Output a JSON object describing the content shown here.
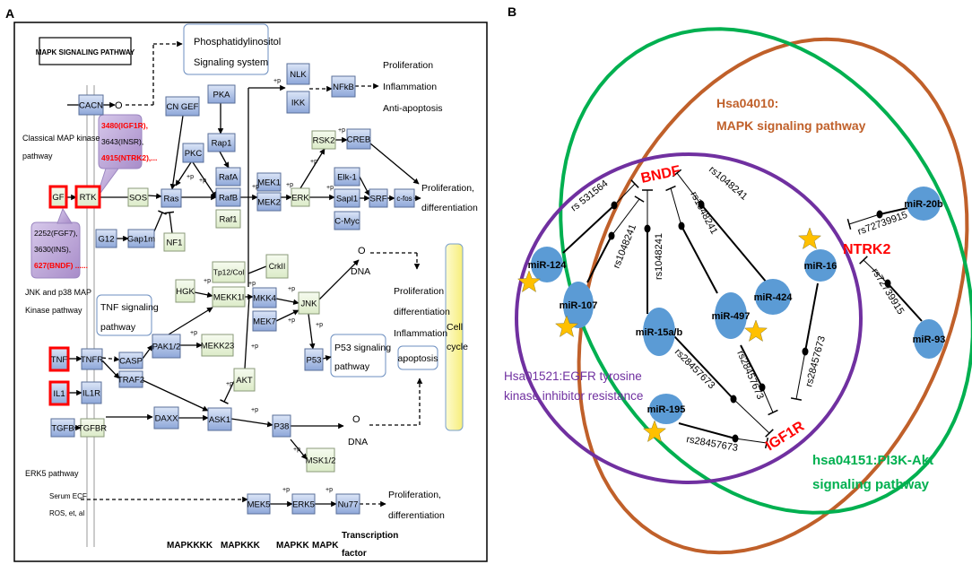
{
  "panel_a": {
    "label": "A",
    "title": "MAPK SIGNALING PATHWAY",
    "phos_label": "+p",
    "nodes": {
      "GF": "GF",
      "RTK": "RTK",
      "CACN": "CACN",
      "SOS": "SOS",
      "Ras": "Ras",
      "CNGEF": "CN GEF",
      "PKA": "PKA",
      "Rap1": "Rap1",
      "PKC": "PKC",
      "RafA": "RafA",
      "RafB": "RafB",
      "Raf1": "Raf1",
      "G12": "G12",
      "Gap1m": "Gap1m",
      "NF1": "NF1",
      "MEK1": "MEK1",
      "MEK2": "MEK2",
      "ERK": "ERK",
      "RSK2": "RSK2",
      "CREB": "CREB",
      "Elk1": "Elk-1",
      "Sapl1": "Sapl1",
      "CMyc": "C-Myc",
      "SRF": "SRF",
      "cfos": "c-fos",
      "NLK": "NLK",
      "IKK": "IKK",
      "NFkB": "NFkB",
      "CrkII": "CrkII",
      "Tp12": "Tp12/Col",
      "HGK": "HGK",
      "MEKK1": "MEKK1l",
      "MKK4": "MKK4",
      "MEK7": "MEK7",
      "JNK": "JNK",
      "TNF": "TNF",
      "TNFR": "TNFR",
      "CASP": "CASP",
      "TRAF2": "TRAF2",
      "PAK": "PAK1/2",
      "MEKK23": "MEKK23",
      "AKT": "AKT",
      "P53": "P53",
      "IL1": "IL1",
      "IL1R": "IL1R",
      "TGFB": "TGFB",
      "TGFBR": "TGFBR",
      "DAXX": "DAXX",
      "ASK1": "ASK1",
      "P38": "P38",
      "MSK": "MSK1/2",
      "MEK5": "MEK5",
      "ERK5": "ERK5",
      "Nu77": "Nu77"
    },
    "callouts": {
      "rtk": [
        {
          "text": "3480(IGF1R),",
          "highlight": true
        },
        {
          "text": "3643(INSR),",
          "highlight": false
        },
        {
          "text": "4915(NTRK2),...",
          "highlight": true
        }
      ],
      "gf": [
        {
          "text": "2252(FGF7),",
          "highlight": false
        },
        {
          "text": "3630(INS),",
          "highlight": false
        },
        {
          "text": "627(BNDF) ......",
          "highlight": true
        }
      ]
    },
    "texts": {
      "phospho": [
        "Phosphatidylinositol",
        "Signaling system"
      ],
      "classical": [
        "Classical MAP kinase",
        "pathway"
      ],
      "nfkb_out": [
        "Proliferation",
        "Inflammation",
        "Anti-apoptosis"
      ],
      "erk_out": [
        "Proliferation,",
        "differentiation"
      ],
      "o_symbol": "O",
      "dna": "DNA",
      "jnk_out": [
        "Proliferation",
        "differentiation",
        "Inflammation"
      ],
      "apoptosis": "apoptosis",
      "cell_cycle": [
        "Cell",
        "cycle"
      ],
      "tnf_path": [
        "TNF signaling",
        "pathway"
      ],
      "p53_path": [
        "P53 signaling",
        "pathway"
      ],
      "jnk_p38": [
        "JNK and p38 MAP",
        "Kinase pathway"
      ],
      "erk5": "ERK5 pathway",
      "serum": [
        "Serum ECF",
        "ROS, et, al"
      ],
      "erk5_out": [
        "Proliferation,",
        "differentiation"
      ],
      "tiers": [
        "MAPKKKK",
        "MAPKKK",
        "MAPKK",
        "MAPK"
      ],
      "tf": [
        "Transcription",
        "factor"
      ]
    },
    "colors": {
      "highlight": "#ff0000",
      "node_blue": "#a9bde6",
      "node_green": "#eaf4dc",
      "callout": "#b9a3d6",
      "cell_cycle": "#fbf5a0"
    }
  },
  "panel_b": {
    "label": "B",
    "pathways": {
      "mapk": {
        "lines": [
          "Hsa04010:",
          "MAPK signaling pathway"
        ],
        "color": "#c0602a"
      },
      "egfr": {
        "lines": [
          "Hsa01521:EGFR tyrosine",
          "kinase inhibitor resistance"
        ],
        "color": "#7030a0"
      },
      "pi3k": {
        "lines": [
          "hsa04151:PI3K-Akt",
          "signaling pathway"
        ],
        "color": "#00b050"
      }
    },
    "genes": {
      "BNDF": "BNDF",
      "NTRK2": "NTRK2",
      "IGF1R": "IGF1R"
    },
    "gene_color": "#ff0000",
    "mirnas": {
      "m124": "miR-124",
      "m107": "miR-107",
      "m15": "miR-15a/b",
      "m497": "miR-497",
      "m424": "miR-424",
      "m16": "miR-16",
      "m20b": "miR-20b",
      "m93": "miR-93",
      "m195": "miR-195"
    },
    "mirna_color": "#5b9bd5",
    "star_color": "#ffc000",
    "snps": [
      "rs 531564",
      "rs1048241",
      "rs1048241",
      "rs1048241",
      "rs1048241",
      "rs72739915",
      "rs72739915",
      "rs28457673",
      "rs28457673",
      "rs28457673",
      "rs28457673"
    ]
  }
}
